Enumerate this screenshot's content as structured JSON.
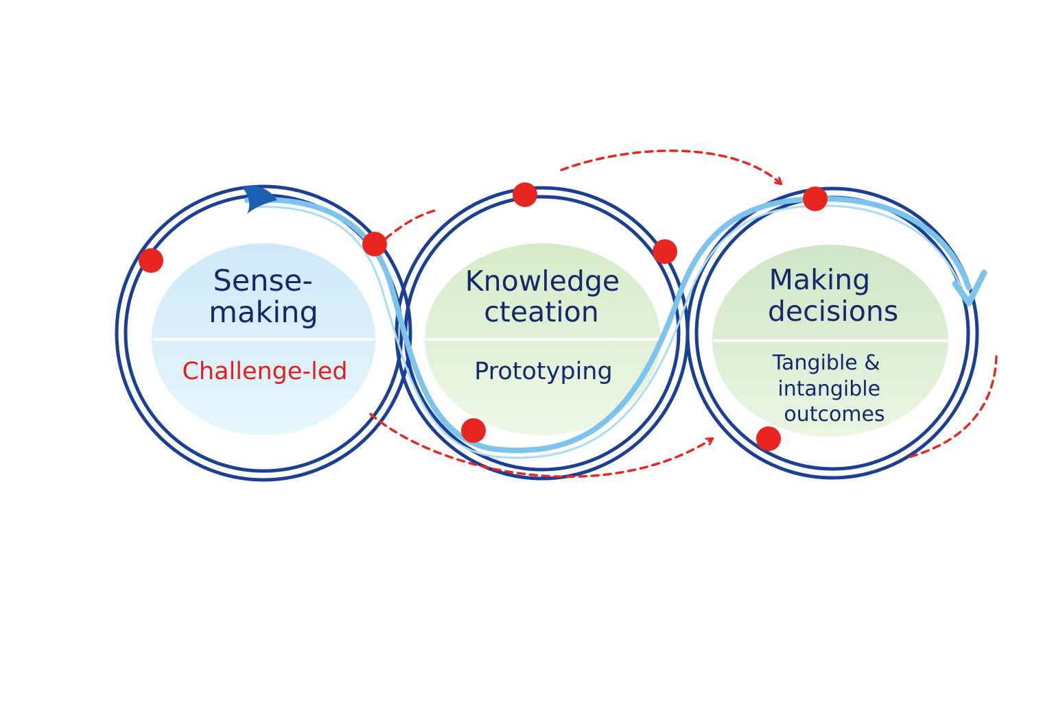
{
  "stages": [
    {
      "title": [
        "Sense-",
        "making"
      ],
      "subtitle": [
        "Challenge-led"
      ],
      "fill": "#d6eef9",
      "subtitle_color": "#e0201b"
    },
    {
      "title": [
        "Knowledge",
        "cteation"
      ],
      "subtitle": [
        "Prototyping"
      ],
      "fill": "#e2f1d8",
      "subtitle_color": "#14286b"
    },
    {
      "title": [
        "Making",
        "decisions"
      ],
      "subtitle": [
        "Tangible &",
        "intangible",
        "outcomes"
      ],
      "fill": "#dcefd4",
      "subtitle_color": "#14286b"
    }
  ],
  "colors": {
    "ring": "#1a3f94",
    "flow": "#7cc4ee",
    "node": "#e8261f",
    "dashed_arrow": "#e8261f",
    "title_text": "#14286b"
  }
}
